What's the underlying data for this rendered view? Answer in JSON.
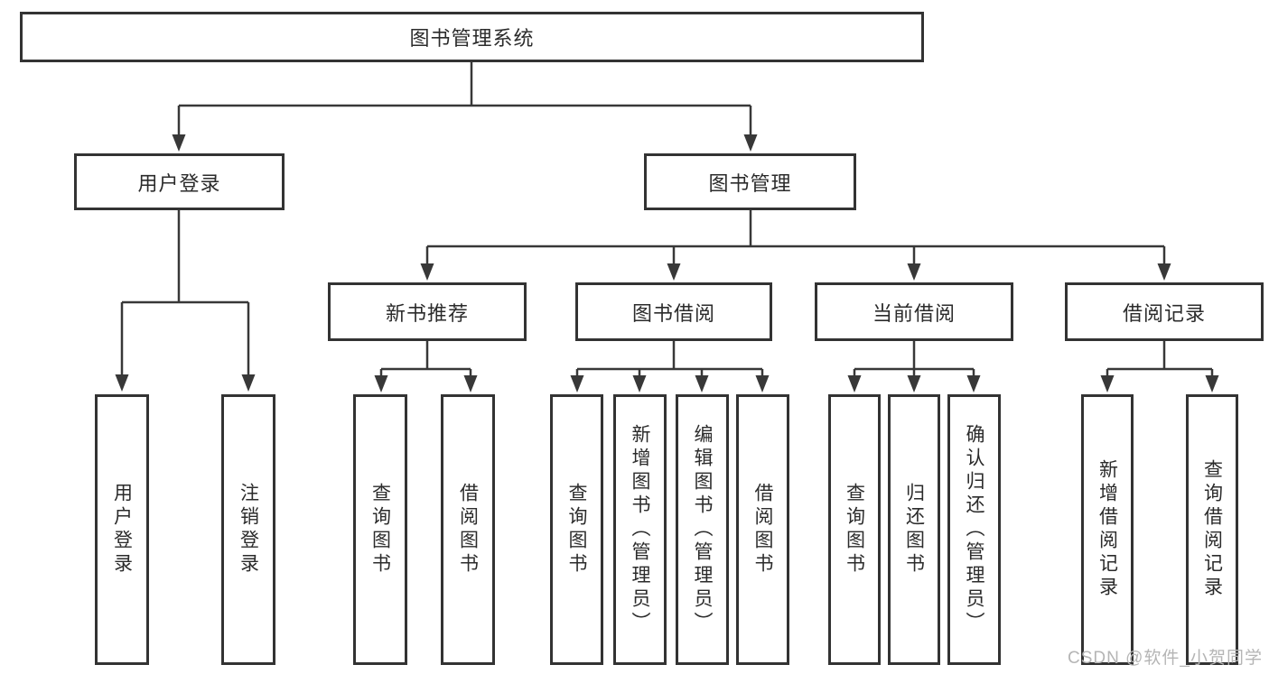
{
  "title": {
    "label": "图书管理系统"
  },
  "level2": {
    "user_login": {
      "label": "用户登录"
    },
    "book_mgmt": {
      "label": "图书管理"
    }
  },
  "level3": {
    "new_book": {
      "label": "新书推荐"
    },
    "book_borrow": {
      "label": "图书借阅"
    },
    "current_borrow": {
      "label": "当前借阅"
    },
    "borrow_record": {
      "label": "借阅记录"
    }
  },
  "leaves": {
    "user_login": {
      "label": "用户登录"
    },
    "logout": {
      "label": "注销登录"
    },
    "nb_query": {
      "label": "查询图书"
    },
    "nb_borrow": {
      "label": "借阅图书"
    },
    "bb_query": {
      "label": "查询图书"
    },
    "bb_add": {
      "label": "新增图书（管理员）"
    },
    "bb_edit": {
      "label": "编辑图书（管理员）"
    },
    "bb_borrow": {
      "label": "借阅图书"
    },
    "cb_query": {
      "label": "查询图书"
    },
    "cb_return": {
      "label": "归还图书"
    },
    "cb_confirm": {
      "label": "确认归还（管理员）"
    },
    "br_add": {
      "label": "新增借阅记录"
    },
    "br_query": {
      "label": "查询借阅记录"
    }
  },
  "watermark": {
    "text": "CSDN @软件_小贺同学"
  },
  "colors": {
    "line": "#383838",
    "border": "#333333",
    "text": "#2b2b2b",
    "watermark": "#b5b5b5",
    "background": "#ffffff"
  }
}
